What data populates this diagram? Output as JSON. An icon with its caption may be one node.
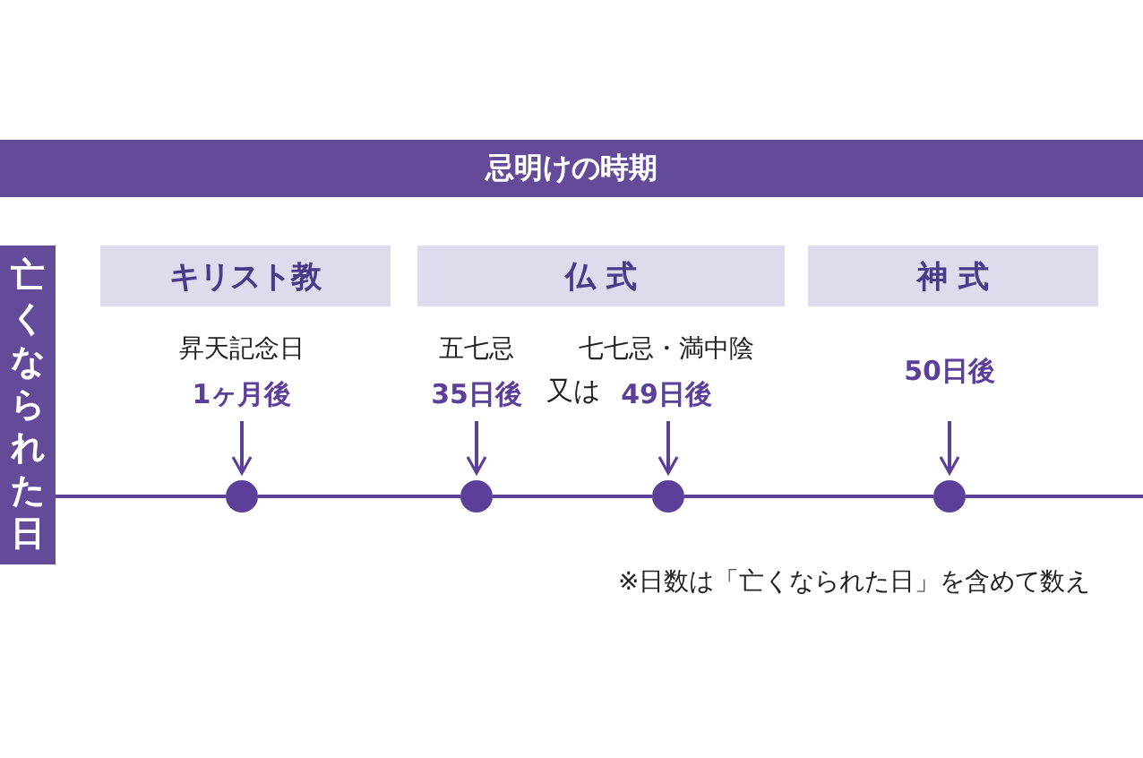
{
  "diagram": {
    "nodes": [
      {
        "text": [
          "忌明けの時期"
        ]
      },
      {
        "text": [
          "亡くなられた日"
        ]
      },
      {
        "text": [
          "キリスト教"
        ]
      },
      {
        "text": [
          "仏 式"
        ]
      },
      {
        "text": [
          "神 式"
        ]
      },
      {
        "text": [
          "昇天記念日",
          "1ヶ月後"
        ]
      },
      {
        "text": [
          "五七忌",
          "35日後"
        ]
      },
      {
        "text": [
          "七七忌・満中陰",
          "49日後"
        ]
      },
      {
        "text": [
          "50日後"
        ]
      },
      {
        "text": [],
        "shape": "circle"
      },
      {
        "text": [],
        "shape": "circle"
      },
      {
        "text": [],
        "shape": "circle"
      },
      {
        "text": [],
        "shape": "circle"
      }
    ],
    "edges": [
      {
        "from": 5,
        "to": 9,
        "arrow": "to"
      },
      {
        "from": 6,
        "to": 10,
        "arrow": "to"
      },
      {
        "from": 7,
        "to": 11,
        "arrow": "to"
      },
      {
        "from": 8,
        "to": 12,
        "arrow": "to"
      },
      {
        "from": 1,
        "to": 9,
        "arrow": "none"
      },
      {
        "from": 9,
        "to": 10,
        "arrow": "none"
      },
      {
        "from": 10,
        "to": 11,
        "arrow": "none"
      },
      {
        "from": 11,
        "to": 12,
        "arrow": "none"
      },
      {
        "from": 12,
        "to": null,
        "arrow": "none"
      }
    ],
    "labels": [
      "又は",
      "※日数は「亡くなられた日」を含めて数え"
    ]
  }
}
